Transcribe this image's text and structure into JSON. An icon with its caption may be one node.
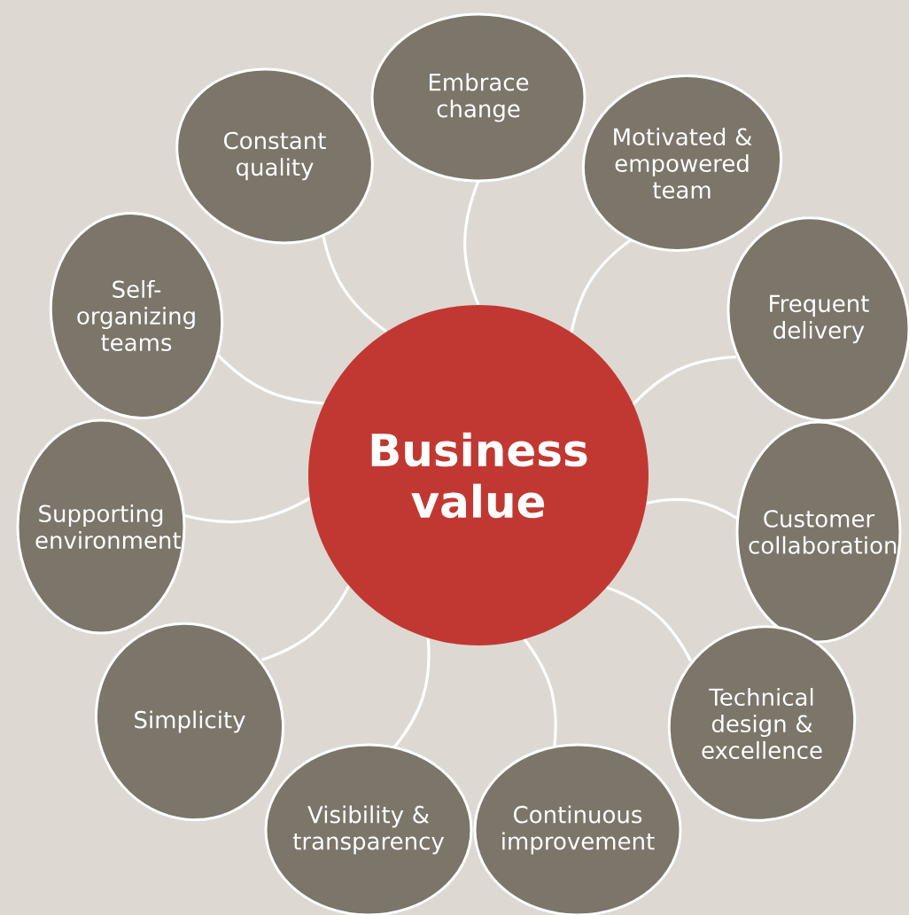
{
  "diagram": {
    "nodes": [
      {
        "text": [
          "Business value"
        ]
      },
      {
        "text": [
          "Embrace change"
        ]
      },
      {
        "text": [
          "Motivated & empowered team"
        ]
      },
      {
        "text": [
          "Frequent delivery"
        ]
      },
      {
        "text": [
          "Customer collaboration"
        ]
      },
      {
        "text": [
          "Technical design & excellence"
        ]
      },
      {
        "text": [
          "Continuous improvement"
        ]
      },
      {
        "text": [
          "Visibility & transparency"
        ]
      },
      {
        "text": [
          "Simplicity"
        ]
      },
      {
        "text": [
          "Supporting environment"
        ]
      },
      {
        "text": [
          "Self-organizing teams"
        ]
      },
      {
        "text": [
          "Constant quality"
        ]
      }
    ],
    "edges": [
      {
        "from": 0,
        "to": 1,
        "arrow": "none"
      },
      {
        "from": 0,
        "to": 2,
        "arrow": "none"
      },
      {
        "from": 0,
        "to": 3,
        "arrow": "none"
      },
      {
        "from": 0,
        "to": 4,
        "arrow": "none"
      },
      {
        "from": 0,
        "to": 5,
        "arrow": "none"
      },
      {
        "from": 0,
        "to": 6,
        "arrow": "none"
      },
      {
        "from": 0,
        "to": 7,
        "arrow": "none"
      },
      {
        "from": 0,
        "to": 8,
        "arrow": "none"
      },
      {
        "from": 0,
        "to": 9,
        "arrow": "none"
      },
      {
        "from": 0,
        "to": 10,
        "arrow": "none"
      },
      {
        "from": 0,
        "to": 11,
        "arrow": "none"
      }
    ]
  }
}
